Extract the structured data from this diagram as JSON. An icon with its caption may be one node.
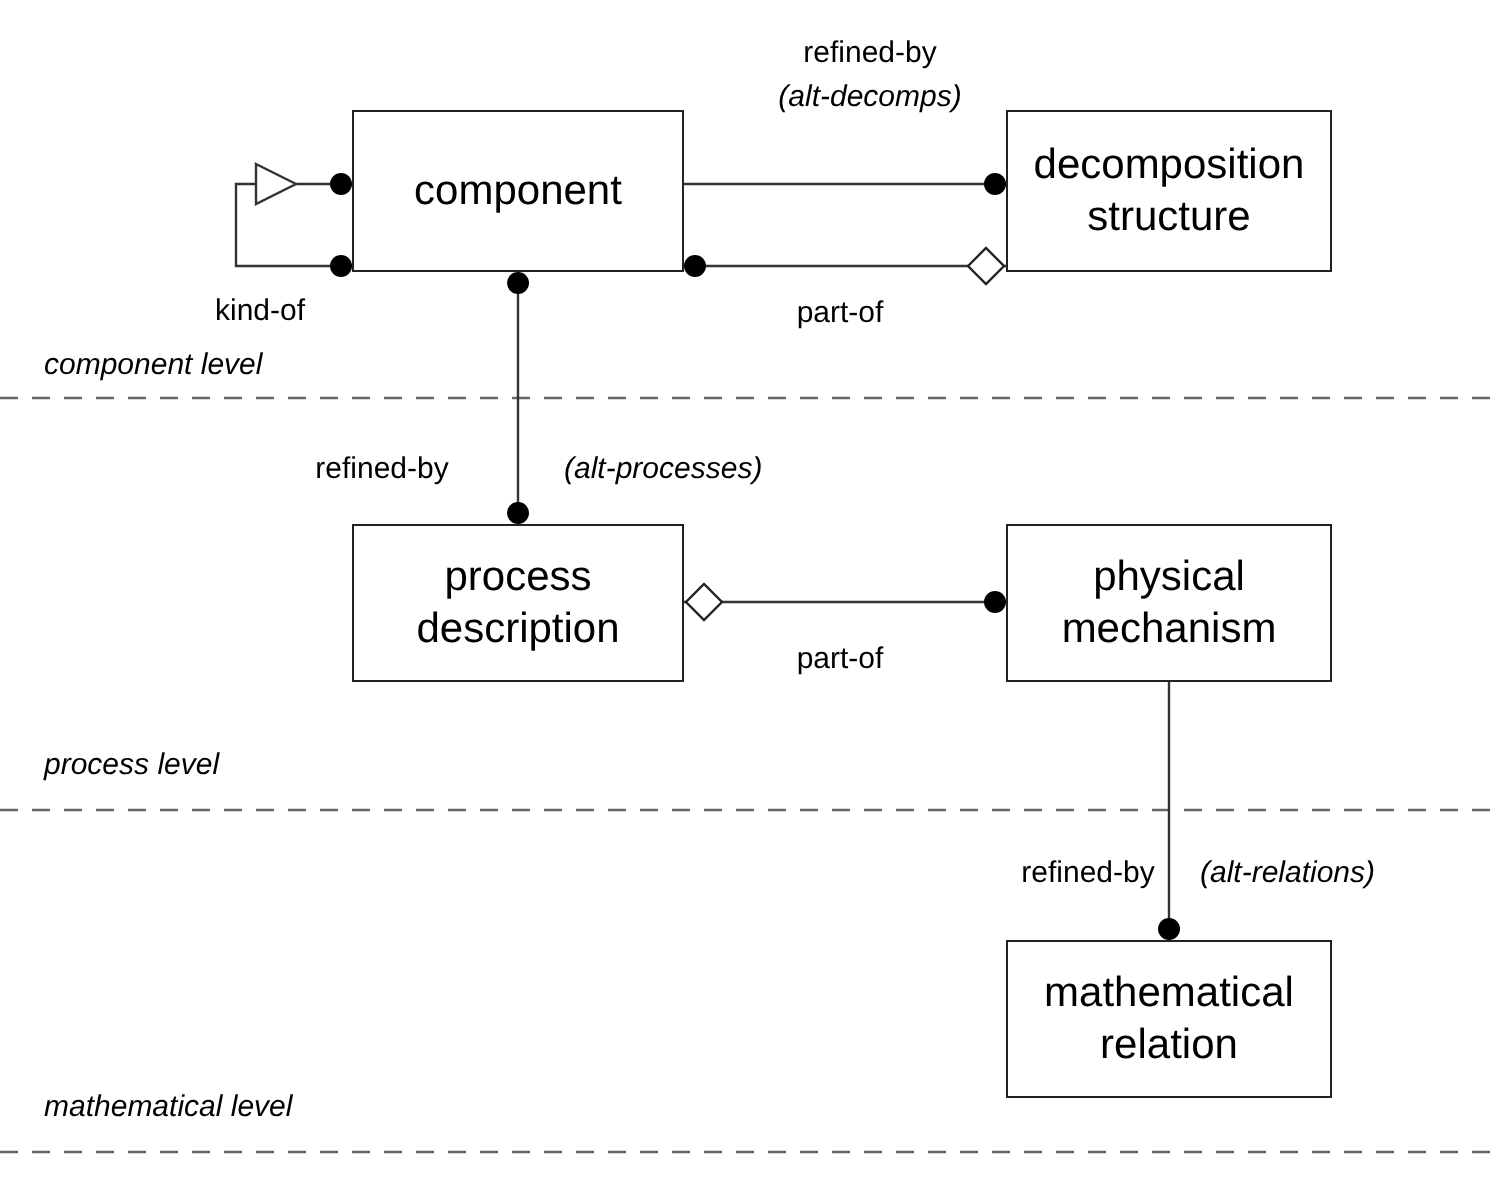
{
  "diagram": {
    "nodes": [
      {
        "text": [
          "component"
        ]
      },
      {
        "text": [
          "decomposition structure"
        ]
      },
      {
        "text": [
          "process description"
        ]
      },
      {
        "text": [
          "physical mechanism"
        ]
      },
      {
        "text": [
          "mathematical relation"
        ]
      }
    ],
    "edges": [
      {
        "from": 0,
        "to": 0,
        "arrow": "to",
        "label": "kind-of"
      },
      {
        "from": 0,
        "to": 1,
        "arrow": "other",
        "label": "refined-by"
      },
      {
        "from": 0,
        "to": 1,
        "arrow": "other",
        "label": "part-of"
      },
      {
        "from": 0,
        "to": 2,
        "arrow": "other",
        "label": "refined-by"
      },
      {
        "from": 2,
        "to": 3,
        "arrow": "other",
        "label": "part-of"
      },
      {
        "from": 3,
        "to": 4,
        "arrow": "other",
        "label": "refined-by"
      }
    ],
    "labels": [
      "(alt-decomps)",
      "component level",
      "(alt-processes)",
      "process level",
      "(alt-relations)",
      "mathematical level"
    ]
  }
}
